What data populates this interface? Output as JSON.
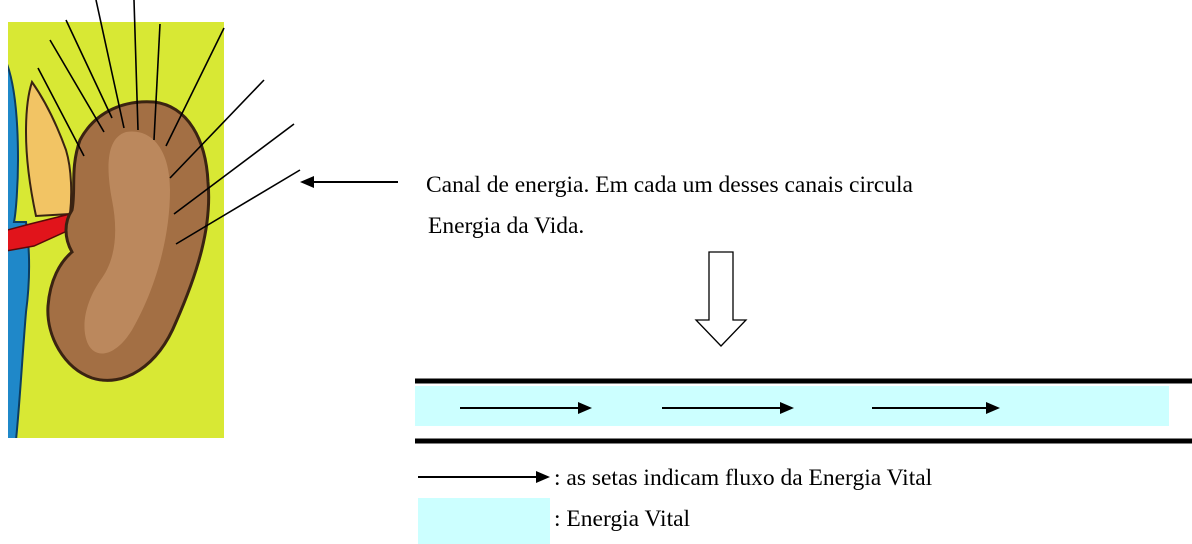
{
  "canal_label": {
    "line1": "Canal de energia. Em cada um desses canais circula",
    "line2": "Energia da Vida."
  },
  "legend": {
    "arrow_text": ": as setas indicam fluxo da Energia Vital",
    "fill_text": ": Energia Vital"
  },
  "colors": {
    "background_panel": "#d8e834",
    "kidney": "#a36f44",
    "kidney_highlight": "#c08d62",
    "kidney_outline": "#3a2312",
    "vein_blue": "#1f88c9",
    "artery_red": "#e1141b",
    "fat_yellow": "#f2c464",
    "energy_fill": "#ccffff",
    "line": "#000000"
  },
  "icons": {
    "kidney": "kidney-illustration",
    "pointer": "left-arrow",
    "down": "hollow-down-arrow",
    "flow": "right-arrow"
  }
}
